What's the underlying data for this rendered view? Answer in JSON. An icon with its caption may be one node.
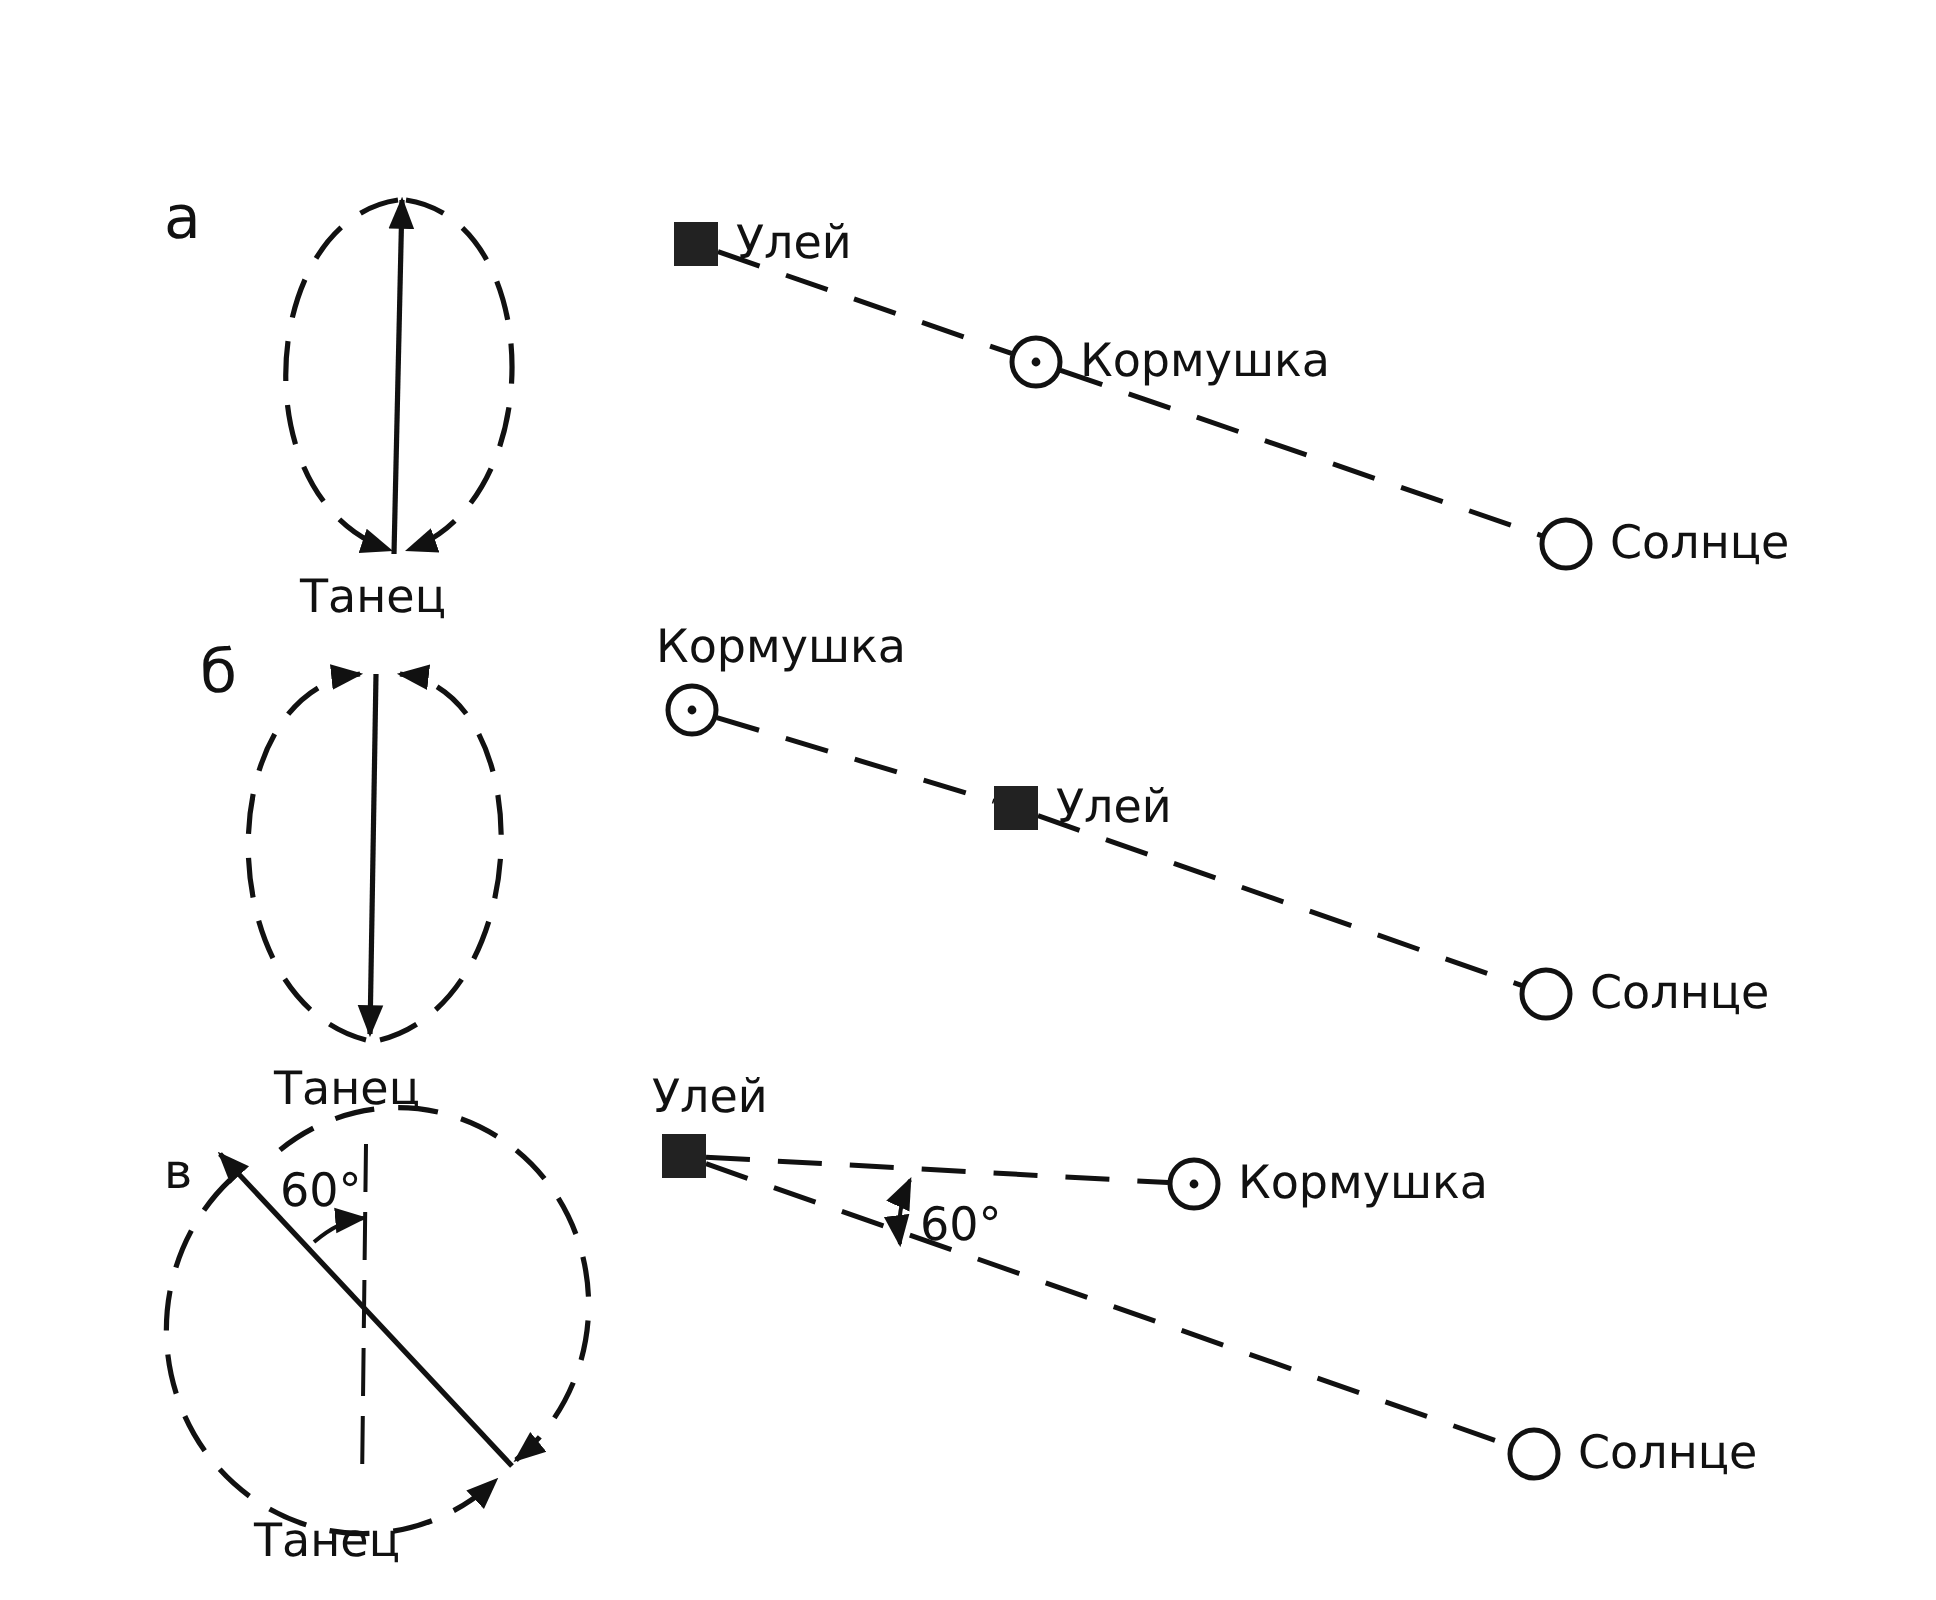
{
  "diagram": {
    "nodes": [
      {
        "text": [
          "Улей"
        ]
      },
      {
        "text": [
          "Кормушка"
        ]
      },
      {
        "text": [
          "Солнце"
        ]
      },
      {
        "text": [
          "Кормушка"
        ]
      },
      {
        "text": [
          "Улей"
        ]
      },
      {
        "text": [
          "Солнце"
        ]
      },
      {
        "text": [
          "Улей"
        ]
      },
      {
        "text": [
          "Кормушка"
        ]
      },
      {
        "text": [
          "Солнце"
        ]
      }
    ],
    "edges": [
      {
        "from": 0,
        "to": 1,
        "arrow": "none",
        "style": "dashed"
      },
      {
        "from": 1,
        "to": 2,
        "arrow": "none",
        "style": "dashed"
      },
      {
        "from": 3,
        "to": 4,
        "arrow": "none",
        "style": "dashed"
      },
      {
        "from": 4,
        "to": 5,
        "arrow": "none",
        "style": "dashed"
      },
      {
        "from": 6,
        "to": 7,
        "arrow": "none",
        "style": "dashed"
      },
      {
        "from": 6,
        "to": 8,
        "arrow": "none",
        "style": "dashed"
      }
    ],
    "labels": [
      "а",
      "Танец",
      "б",
      "Танец",
      "в",
      "60°",
      "60°",
      "Танец"
    ]
  }
}
